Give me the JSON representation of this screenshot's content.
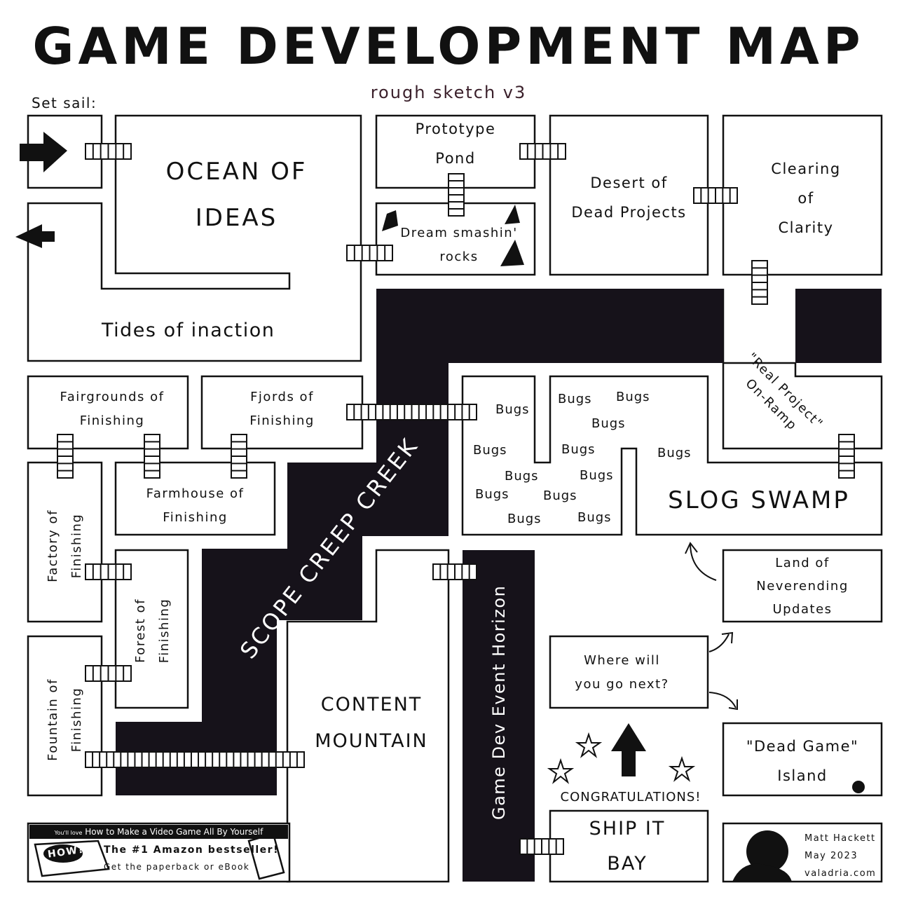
{
  "title": "GAME DEVELOPMENT MAP",
  "subtitle": "rough sketch v3",
  "set_sail": "Set sail:",
  "regions": {
    "ocean": [
      "OCEAN OF",
      "IDEAS"
    ],
    "tides": "Tides of inaction",
    "prototype": [
      "Prototype",
      "Pond"
    ],
    "rocks": [
      "Dream smashin'",
      "rocks"
    ],
    "desert": [
      "Desert of",
      "Dead Projects"
    ],
    "clearing": [
      "Clearing",
      "of",
      "Clarity"
    ],
    "ramp": [
      "\"Real Project\"",
      "On-Ramp"
    ],
    "fairgrounds": [
      "Fairgrounds of",
      "Finishing"
    ],
    "fjords": [
      "Fjords of",
      "Finishing"
    ],
    "farmhouse": [
      "Farmhouse of",
      "Finishing"
    ],
    "factory": [
      "Factory of",
      "Finishing"
    ],
    "forest": [
      "Forest of",
      "Finishing"
    ],
    "fountain": [
      "Fountain of",
      "Finishing"
    ],
    "creek": "SCOPE CREEP CREEK",
    "content": [
      "CONTENT",
      "MOUNTAIN"
    ],
    "horizon": "Game Dev Event Horizon",
    "swamp": "SLOG SWAMP",
    "bug": "Bugs",
    "updates": [
      "Land of",
      "Neverending",
      "Updates"
    ],
    "next": [
      "Where will",
      "you go next?"
    ],
    "dead": [
      "\"Dead Game\"",
      "Island"
    ],
    "congrats": "CONGRATULATIONS!",
    "ship": [
      "SHIP IT",
      "BAY"
    ]
  },
  "ad": {
    "lead": "You'll love",
    "book": "How to Make a Video Game All By Yourself",
    "badge": "HOW?",
    "tagline": "The #1 Amazon bestseller!",
    "cta": "Get the paperback or eBook"
  },
  "credits": {
    "author": "Matt Hackett",
    "date": "May 2023",
    "site": "valadria.com"
  }
}
